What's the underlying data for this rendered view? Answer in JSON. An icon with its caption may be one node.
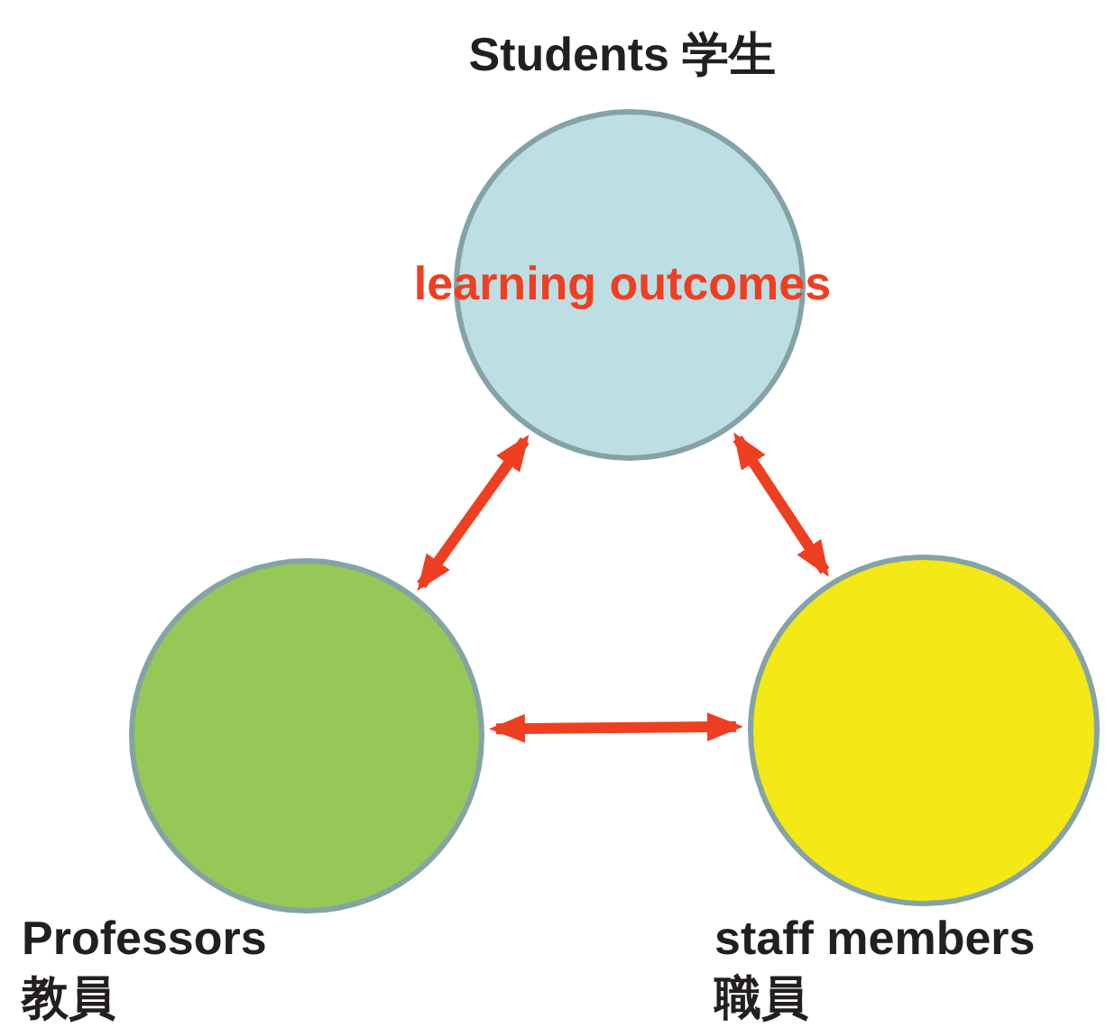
{
  "diagram": {
    "nodes": [
      {
        "text": [
          "Students 学生",
          "learning outcomes"
        ]
      },
      {
        "text": [
          "Professors 教員"
        ]
      },
      {
        "text": [
          "staff members 職員"
        ]
      }
    ],
    "edges": [
      {
        "from": 0,
        "to": 1,
        "arrow": "both"
      },
      {
        "from": 0,
        "to": 2,
        "arrow": "both"
      },
      {
        "from": 1,
        "to": 2,
        "arrow": "both"
      }
    ]
  }
}
